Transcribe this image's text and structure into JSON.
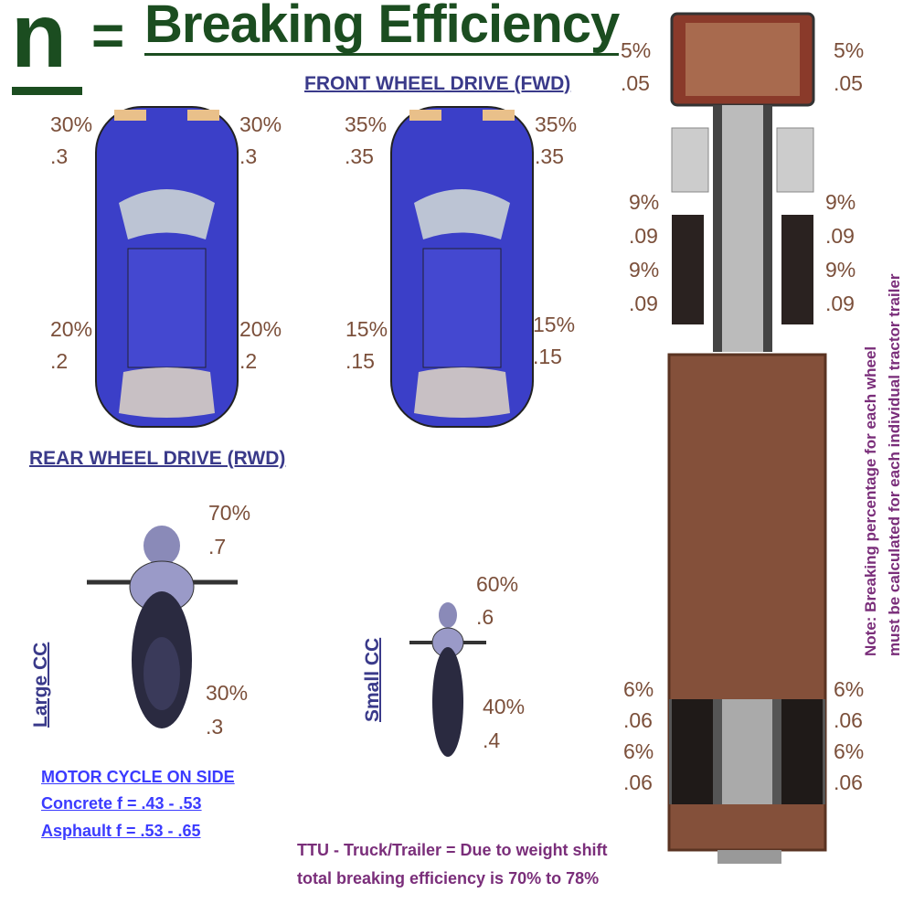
{
  "title": {
    "symbol": "n",
    "equals": "=",
    "text": "Breaking Efficiency"
  },
  "headings": {
    "fwd": "FRONT WHEEL DRIVE (FWD)",
    "rwd": "REAR WHEEL DRIVE (RWD)"
  },
  "rwd_car": {
    "front_left": [
      "30%",
      ".3"
    ],
    "front_right": [
      "30%",
      ".3"
    ],
    "rear_left": [
      "20%",
      ".2"
    ],
    "rear_right": [
      "20%",
      ".2"
    ]
  },
  "fwd_car": {
    "front_left": [
      "35%",
      ".35"
    ],
    "front_right": [
      "35%",
      ".35"
    ],
    "rear_left": [
      "15%",
      ".15"
    ],
    "rear_right": [
      "15%",
      ".15"
    ]
  },
  "truck": {
    "steer_left": [
      "5%",
      ".05"
    ],
    "steer_right": [
      "5%",
      ".05"
    ],
    "drive_left": [
      "9%",
      ".09",
      "9%",
      ".09"
    ],
    "drive_right": [
      "9%",
      ".09",
      "9%",
      ".09"
    ],
    "trailer_left": [
      "6%",
      ".06",
      "6%",
      ".06"
    ],
    "trailer_right": [
      "6%",
      ".06",
      "6%",
      ".06"
    ]
  },
  "large_moto": {
    "label": "Large CC",
    "front": [
      "70%",
      ".7"
    ],
    "rear": [
      "30%",
      ".3"
    ]
  },
  "small_moto": {
    "label": "Small CC",
    "front": [
      "60%",
      ".6"
    ],
    "rear": [
      "40%",
      ".4"
    ]
  },
  "motorcycle_links": [
    "MOTOR CYCLE ON SIDE",
    "Concrete f = .43 - .53",
    "Asphault f = .53 - .65"
  ],
  "note": [
    "Note: Breaking percentage for each wheel",
    "must be calculated for each individual tractor trailer"
  ],
  "ttu": [
    "TTU - Truck/Trailer = Due to weight shift",
    "total breaking efficiency is 70% to 78%"
  ],
  "colors": {
    "green": "#1b4d20",
    "brown": "#7b4f3a",
    "navy": "#3a3a8a",
    "purple": "#7a2e7a",
    "link": "#3b3bff",
    "car": "#3b3fc8",
    "trailer": "#84503a"
  }
}
